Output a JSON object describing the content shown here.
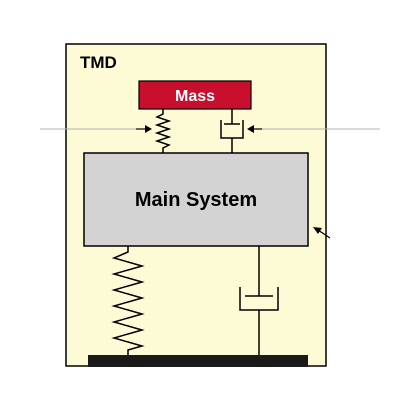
{
  "labels": {
    "tmd": "TMD",
    "mass": "Mass",
    "main_system": "Main System"
  },
  "colors": {
    "background": "#ffffff",
    "frame_fill": "#fdfbd6",
    "mass_fill": "#c8102e",
    "main_fill": "#d3d3d3",
    "stroke": "#000000",
    "ground": "#1a1a1a",
    "label_text": "#000000",
    "mass_text": "#ffffff",
    "pointer_line": "#b0b0b0"
  }
}
